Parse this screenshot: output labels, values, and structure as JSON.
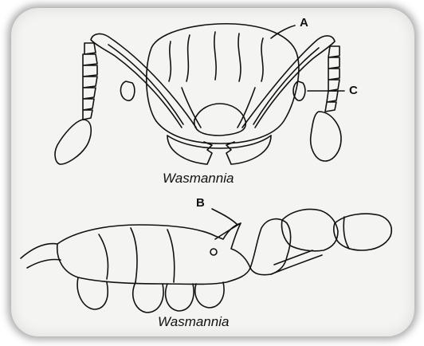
{
  "figure": {
    "top_view": {
      "caption": "Wasmannia",
      "callouts": [
        {
          "id": "A",
          "text": "A"
        },
        {
          "id": "C",
          "text": "C"
        }
      ]
    },
    "side_view": {
      "caption": "Wasmannia",
      "callouts": [
        {
          "id": "B",
          "text": "B"
        }
      ]
    }
  },
  "colors": {
    "ink": "#111111",
    "paper": "#f4f4f2",
    "frame_shadow": "#000000"
  }
}
